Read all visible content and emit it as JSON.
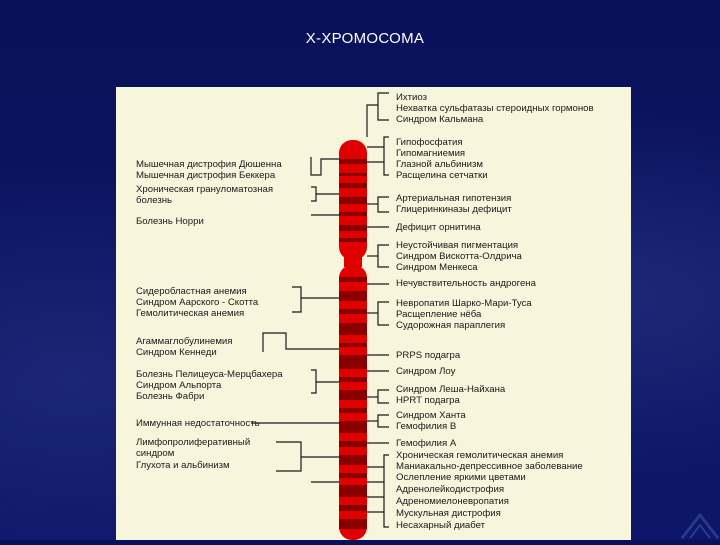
{
  "title": "Х-ХРОМОСОМА",
  "colors": {
    "background": "#0b1260",
    "panel": "#f7f5dc",
    "chromosome": "#e00000",
    "bands": "#8a0000",
    "text": "#1a1a1a"
  },
  "left_labels": [
    "Мышечная дистрофия Дюшенна",
    "Мышечная дистрофия Беккера",
    "Хроническая грануломатозная",
    "болезнь",
    "Болезнь Норри",
    "Сидеробластная анемия",
    "Синдром Аарского - Скотта",
    "Гемолитическая анемия",
    "Агаммаглобулинемия",
    "Синдром Кеннеди",
    "Болезнь Пелицеуса-Мерцбахера",
    "Синдром Альпорта",
    "Болезнь Фабри",
    "Иммунная недостаточность",
    "Лимфопролиферативный",
    "синдром",
    "Глухота и альбинизм"
  ],
  "right_labels": [
    "Ихтиоз",
    "Нехватка сульфатазы стероидных гормонов",
    "Синдром Кальмана",
    "Гипофосфатия",
    "Гипомагниемия",
    "Глазной альбинизм",
    "Расщелина сетчатки",
    "Артериальная гипотензия",
    "Глицеринкиназы дефицит",
    "Дефицит орнитина",
    "Неустойчивая пигментация",
    "Синдром Вискотта-Олдрича",
    "Синдром Менкеса",
    "Нечувствительность андрогена",
    "Невропатия Шарко-Мари-Туса",
    "Расщепление нёба",
    "Судорожная параплегия",
    "PRPS подагра",
    "Синдром Лоу",
    "Синдром Леша-Найхана",
    "HPRT подагра",
    "Синдром Ханта",
    "Гемофилия В",
    "Гемофилия А",
    "Хроническая гемолитическая анемия",
    "Маниакально-депрессивное заболевание",
    "Ослепление яркими цветами",
    "Адренолейкодистрофия",
    "Адреномиелоневропатия",
    "Мускульная дистрофия",
    "Несахарный диабет"
  ]
}
